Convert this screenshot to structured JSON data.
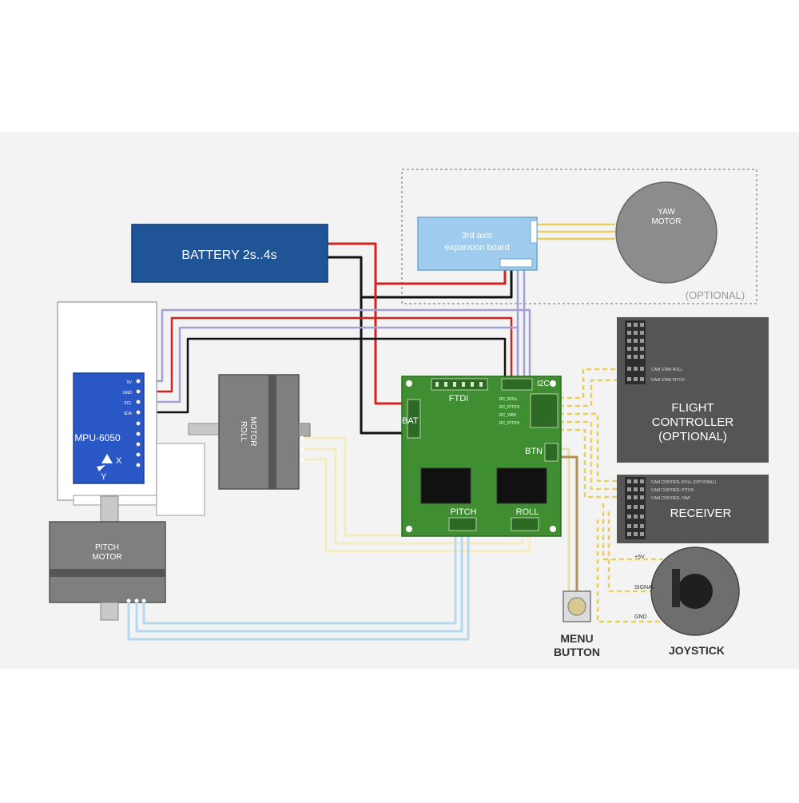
{
  "battery": {
    "label": "BATTERY 2s..4s"
  },
  "expansion": {
    "line1": "3rd axis",
    "line2": "expansion board"
  },
  "yaw": {
    "line1": "YAW",
    "line2": "MOTOR",
    "optional": "(OPTIONAL)"
  },
  "flight_controller": {
    "line1": "FLIGHT",
    "line2": "CONTROLLER",
    "line3": "(OPTIONAL)",
    "pin_label_1": "CAM STAB ROLL",
    "pin_label_2": "CAM STAB PITCH"
  },
  "receiver": {
    "label": "RECEIVER",
    "pin_label_1": "CAM CONTROL ROLL (OPTIONAL)",
    "pin_label_2": "CAM CONTROL PITCH",
    "pin_label_3": "CAM CONTROL YAW"
  },
  "imu": {
    "label": "MPU-6050",
    "axis_x": "X",
    "axis_y": "Y",
    "pins": [
      "5V",
      "GND",
      "SCL",
      "SDA"
    ]
  },
  "roll_motor": {
    "line1": "ROLL",
    "line2": "MOTOR"
  },
  "pitch_motor": {
    "line1": "PITCH",
    "line2": "MOTOR"
  },
  "controller": {
    "ftdi": "FTDI",
    "i2c": "I2C",
    "bat": "BAT",
    "btn": "BTN",
    "pitch": "PITCH",
    "roll": "ROLL",
    "rc_labels": [
      "RC_ROLL",
      "RC_PITCH",
      "RC_YAW",
      "RC_PITCH"
    ]
  },
  "menu_button": {
    "line1": "MENU",
    "line2": "BUTTON"
  },
  "joystick": {
    "label": "JOYSTICK",
    "pin_5v": "+5V",
    "pin_signal": "SIGNAL",
    "pin_gnd": "GND"
  },
  "colors": {
    "battery": "#1f5597",
    "expansion": "#9ecbee",
    "board": "#3f8f32",
    "dark_panel": "#555555",
    "imu": "#2a57c6",
    "wire_red": "#d42222",
    "wire_black": "#111111",
    "wire_violet": "#a3a0d6",
    "wire_yellow": "#e8cf5e",
    "wire_cream": "#f4ecc0",
    "wire_blue": "#b6d8ee"
  }
}
